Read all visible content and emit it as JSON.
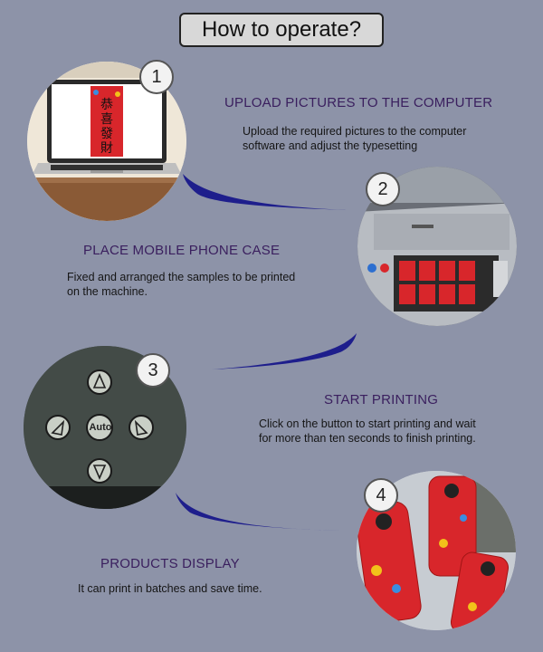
{
  "page": {
    "title": "How to operate?"
  },
  "steps": [
    {
      "number": "1",
      "heading": "UPLOAD PICTURES TO THE COMPUTER",
      "desc_line1": "Upload the required pictures to the computer",
      "desc_line2": "software and adjust the typesetting"
    },
    {
      "number": "2",
      "heading": "PLACE MOBILE PHONE CASE",
      "desc_line1": "Fixed and arranged the samples to be printed",
      "desc_line2": "on the machine."
    },
    {
      "number": "3",
      "heading": "START PRINTING",
      "desc_line1": "Click on the button to start printing and wait",
      "desc_line2": "for more than ten seconds to finish printing."
    },
    {
      "number": "4",
      "heading": "PRODUCTS DISPLAY",
      "desc_line1": "It can print in batches and save time.",
      "desc_line2": ""
    }
  ],
  "control_panel": {
    "center_label": "Auto"
  },
  "colors": {
    "background": "#8d93a8",
    "heading": "#3a1f5e",
    "swoosh": "#1e1e8c",
    "case_red": "#d8262b"
  }
}
